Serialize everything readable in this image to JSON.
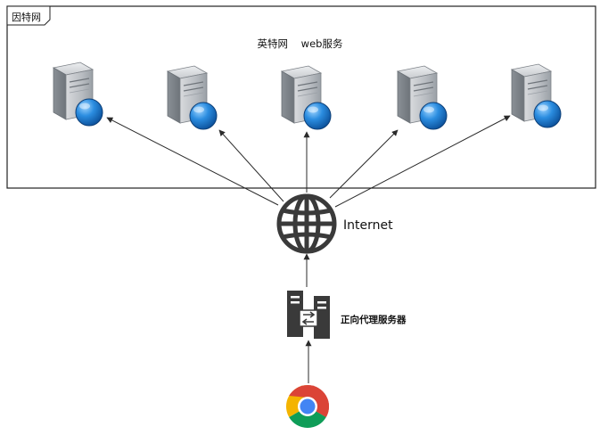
{
  "frame": {
    "label": "因特网",
    "title": "英特网    web服务"
  },
  "servers": [
    {
      "icon": "server-globe-icon"
    },
    {
      "icon": "server-globe-icon"
    },
    {
      "icon": "server-globe-icon"
    },
    {
      "icon": "server-globe-icon"
    },
    {
      "icon": "server-globe-icon"
    }
  ],
  "internet": {
    "label": "Internet",
    "icon": "globe-icon"
  },
  "proxy": {
    "label": "正向代理服务器",
    "icon": "proxy-server-icon"
  },
  "client": {
    "icon": "chrome-browser-icon"
  },
  "colors": {
    "frame_border": "#222222",
    "arrow": "#2b2b2b",
    "globe_blue": "#1f7fd0",
    "server_gray": "#9aa0a6",
    "icon_dark": "#3a3a3a",
    "chrome_red": "#db4437",
    "chrome_yellow": "#f4b400",
    "chrome_green": "#0f9d58",
    "chrome_blue": "#4285f4"
  }
}
